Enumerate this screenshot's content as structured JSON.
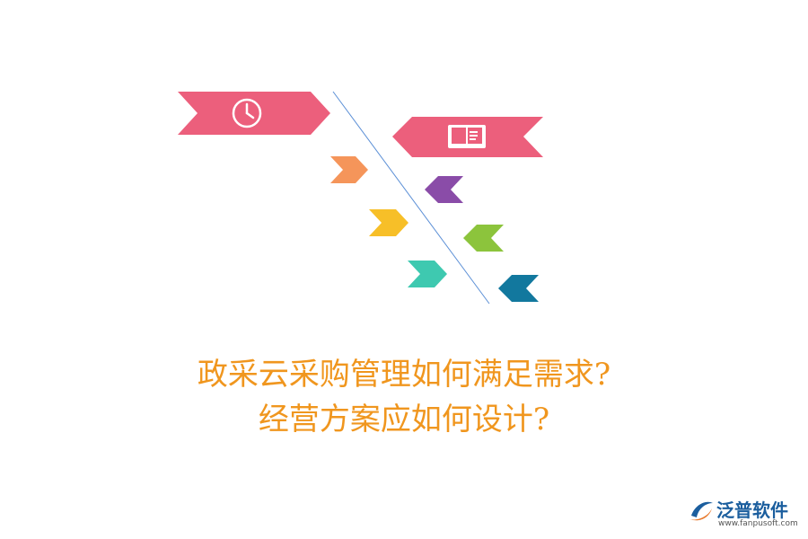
{
  "title": {
    "line1": "政采云采购管理如何满足需求?",
    "line2": "经营方案应如何设计?"
  },
  "icons": {
    "top_left_banner": "clock-icon",
    "top_right_banner": "book-icon"
  },
  "colors": {
    "banner": "#ec5f7c",
    "title": "#f0961e",
    "divider": "#5b8fd6",
    "arrow_orange": "#f5955a",
    "arrow_yellow": "#f7bf28",
    "arrow_teal": "#3ec9b0",
    "arrow_purple": "#8a4ca8",
    "arrow_green": "#8cc43c",
    "arrow_blue": "#12789e"
  },
  "logo": {
    "name": "泛普软件",
    "url": "www.fanpusoft.com"
  }
}
